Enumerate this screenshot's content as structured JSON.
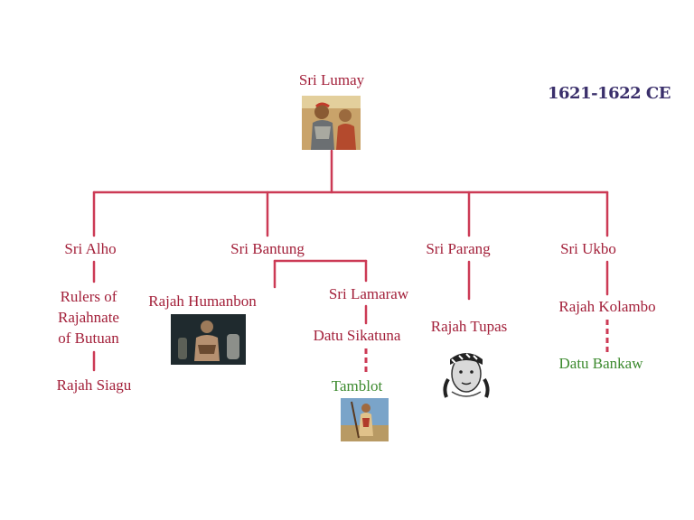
{
  "date_label": "1621-1622 CE",
  "nodes": {
    "sri_lumay": "Sri Lumay",
    "sri_alho": "Sri Alho",
    "sri_bantung": "Sri Bantung",
    "sri_parang": "Sri Parang",
    "sri_ukbo": "Sri Ukbo",
    "rulers_butuan": [
      "Rulers of",
      "Rajahnate",
      "of Butuan"
    ],
    "rajah_siagu": "Rajah Siagu",
    "rajah_humanbon": "Rajah Humanbon",
    "sri_lamaraw": "Sri Lamaraw",
    "datu_sikatuna": "Datu Sikatuna",
    "tamblot": "Tamblot",
    "rajah_tupas": "Rajah Tupas",
    "rajah_kolambo": "Rajah Kolambo",
    "datu_bankaw": "Datu Bankaw"
  },
  "colors": {
    "line": "#cc3a55",
    "name_red": "#a3203a",
    "name_green": "#3c8a2e",
    "date": "#3a2f6b"
  },
  "icons": {
    "sri_lumay": "warrior-portrait-icon",
    "rajah_humanbon": "seated-ruler-portrait-icon",
    "tamblot": "priest-portrait-icon",
    "rajah_tupas": "headband-portrait-icon"
  }
}
